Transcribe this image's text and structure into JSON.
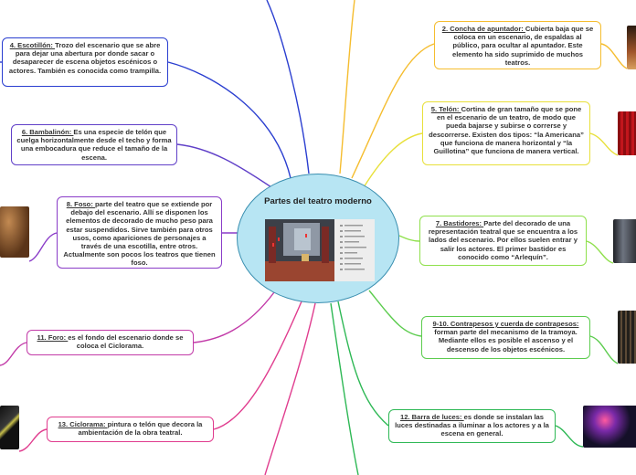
{
  "central": {
    "title": "Partes del teatro moderno"
  },
  "colors": {
    "concha": "#f5bd2f",
    "telon": "#e8e03a",
    "bastidores": "#8fe04c",
    "contrapesos": "#5ccc4e",
    "barra": "#2eb855",
    "escotillon": "#2a3ed0",
    "bambalinon": "#6040c8",
    "foso": "#8a3cc8",
    "foro": "#c23aa8",
    "ciclorama": "#e03c8e",
    "center": "#b7e5f3"
  },
  "nodes": [
    {
      "key": "concha",
      "title": "2. Concha de apuntador:",
      "text": "Cubierta baja que se coloca en un escenario, de espaldas al público, para ocultar al apuntador. Este elemento ha sido suprimido de muchos teatros."
    },
    {
      "key": "telon",
      "title": "5. Telón:",
      "text": "Cortina de gran tamaño que se pone en el escenario de un teatro, de modo que pueda bajarse y subirse o correrse y descorrerse. Existen dos tipos: “la Americana” que funciona de manera horizontal y “la Guillotina” que funciona de manera vertical."
    },
    {
      "key": "bastidores",
      "title": "7. Bastidores:",
      "text": "Parte del decorado de una representación teatral que se encuentra a los lados del escenario. Por ellos suelen entrar y salir los actores. El primer bastidor es conocido como “Arlequín”."
    },
    {
      "key": "contrapesos",
      "title": "9-10. Contrapesos y cuerda de contrapesos:",
      "text": "forman parte del mecanismo de la tramoya. Mediante ellos es posible el ascenso y el descenso de los objetos escénicos."
    },
    {
      "key": "barra",
      "title": "12. Barra de luces:",
      "text": "es donde se instalan las luces destinadas a iluminar a los actores y a la escena en general."
    },
    {
      "key": "escotillon",
      "title": "4. Escotillón:",
      "text": "Trozo del escenario que se abre para dejar una abertura por donde sacar o desaparecer de escena objetos escénicos o actores. También es conocida como trampilla."
    },
    {
      "key": "bambalinon",
      "title": "6. Bambalinón:",
      "text": "Es una especie de telón que cuelga horizontalmente  desde el techo y forma una embocadura que reduce el tamaño de la escena."
    },
    {
      "key": "foso",
      "title": "8. Foso:",
      "text": "parte del teatro que se extiende por debajo del escenario. Allí se disponen los elementos de decorado de mucho peso para estar suspendidos. Sirve también para otros usos, como apariciones de personajes a través de una escotilla, entre otros. Actualmente son pocos los teatros que tienen foso."
    },
    {
      "key": "foro",
      "title": "11. Foro:",
      "text": "es el fondo del escenario donde se coloca el Ciclorama."
    },
    {
      "key": "ciclorama",
      "title": "13. Ciclorama:",
      "text": "pintura o telón que decora la ambientación de la obra teatral."
    }
  ]
}
